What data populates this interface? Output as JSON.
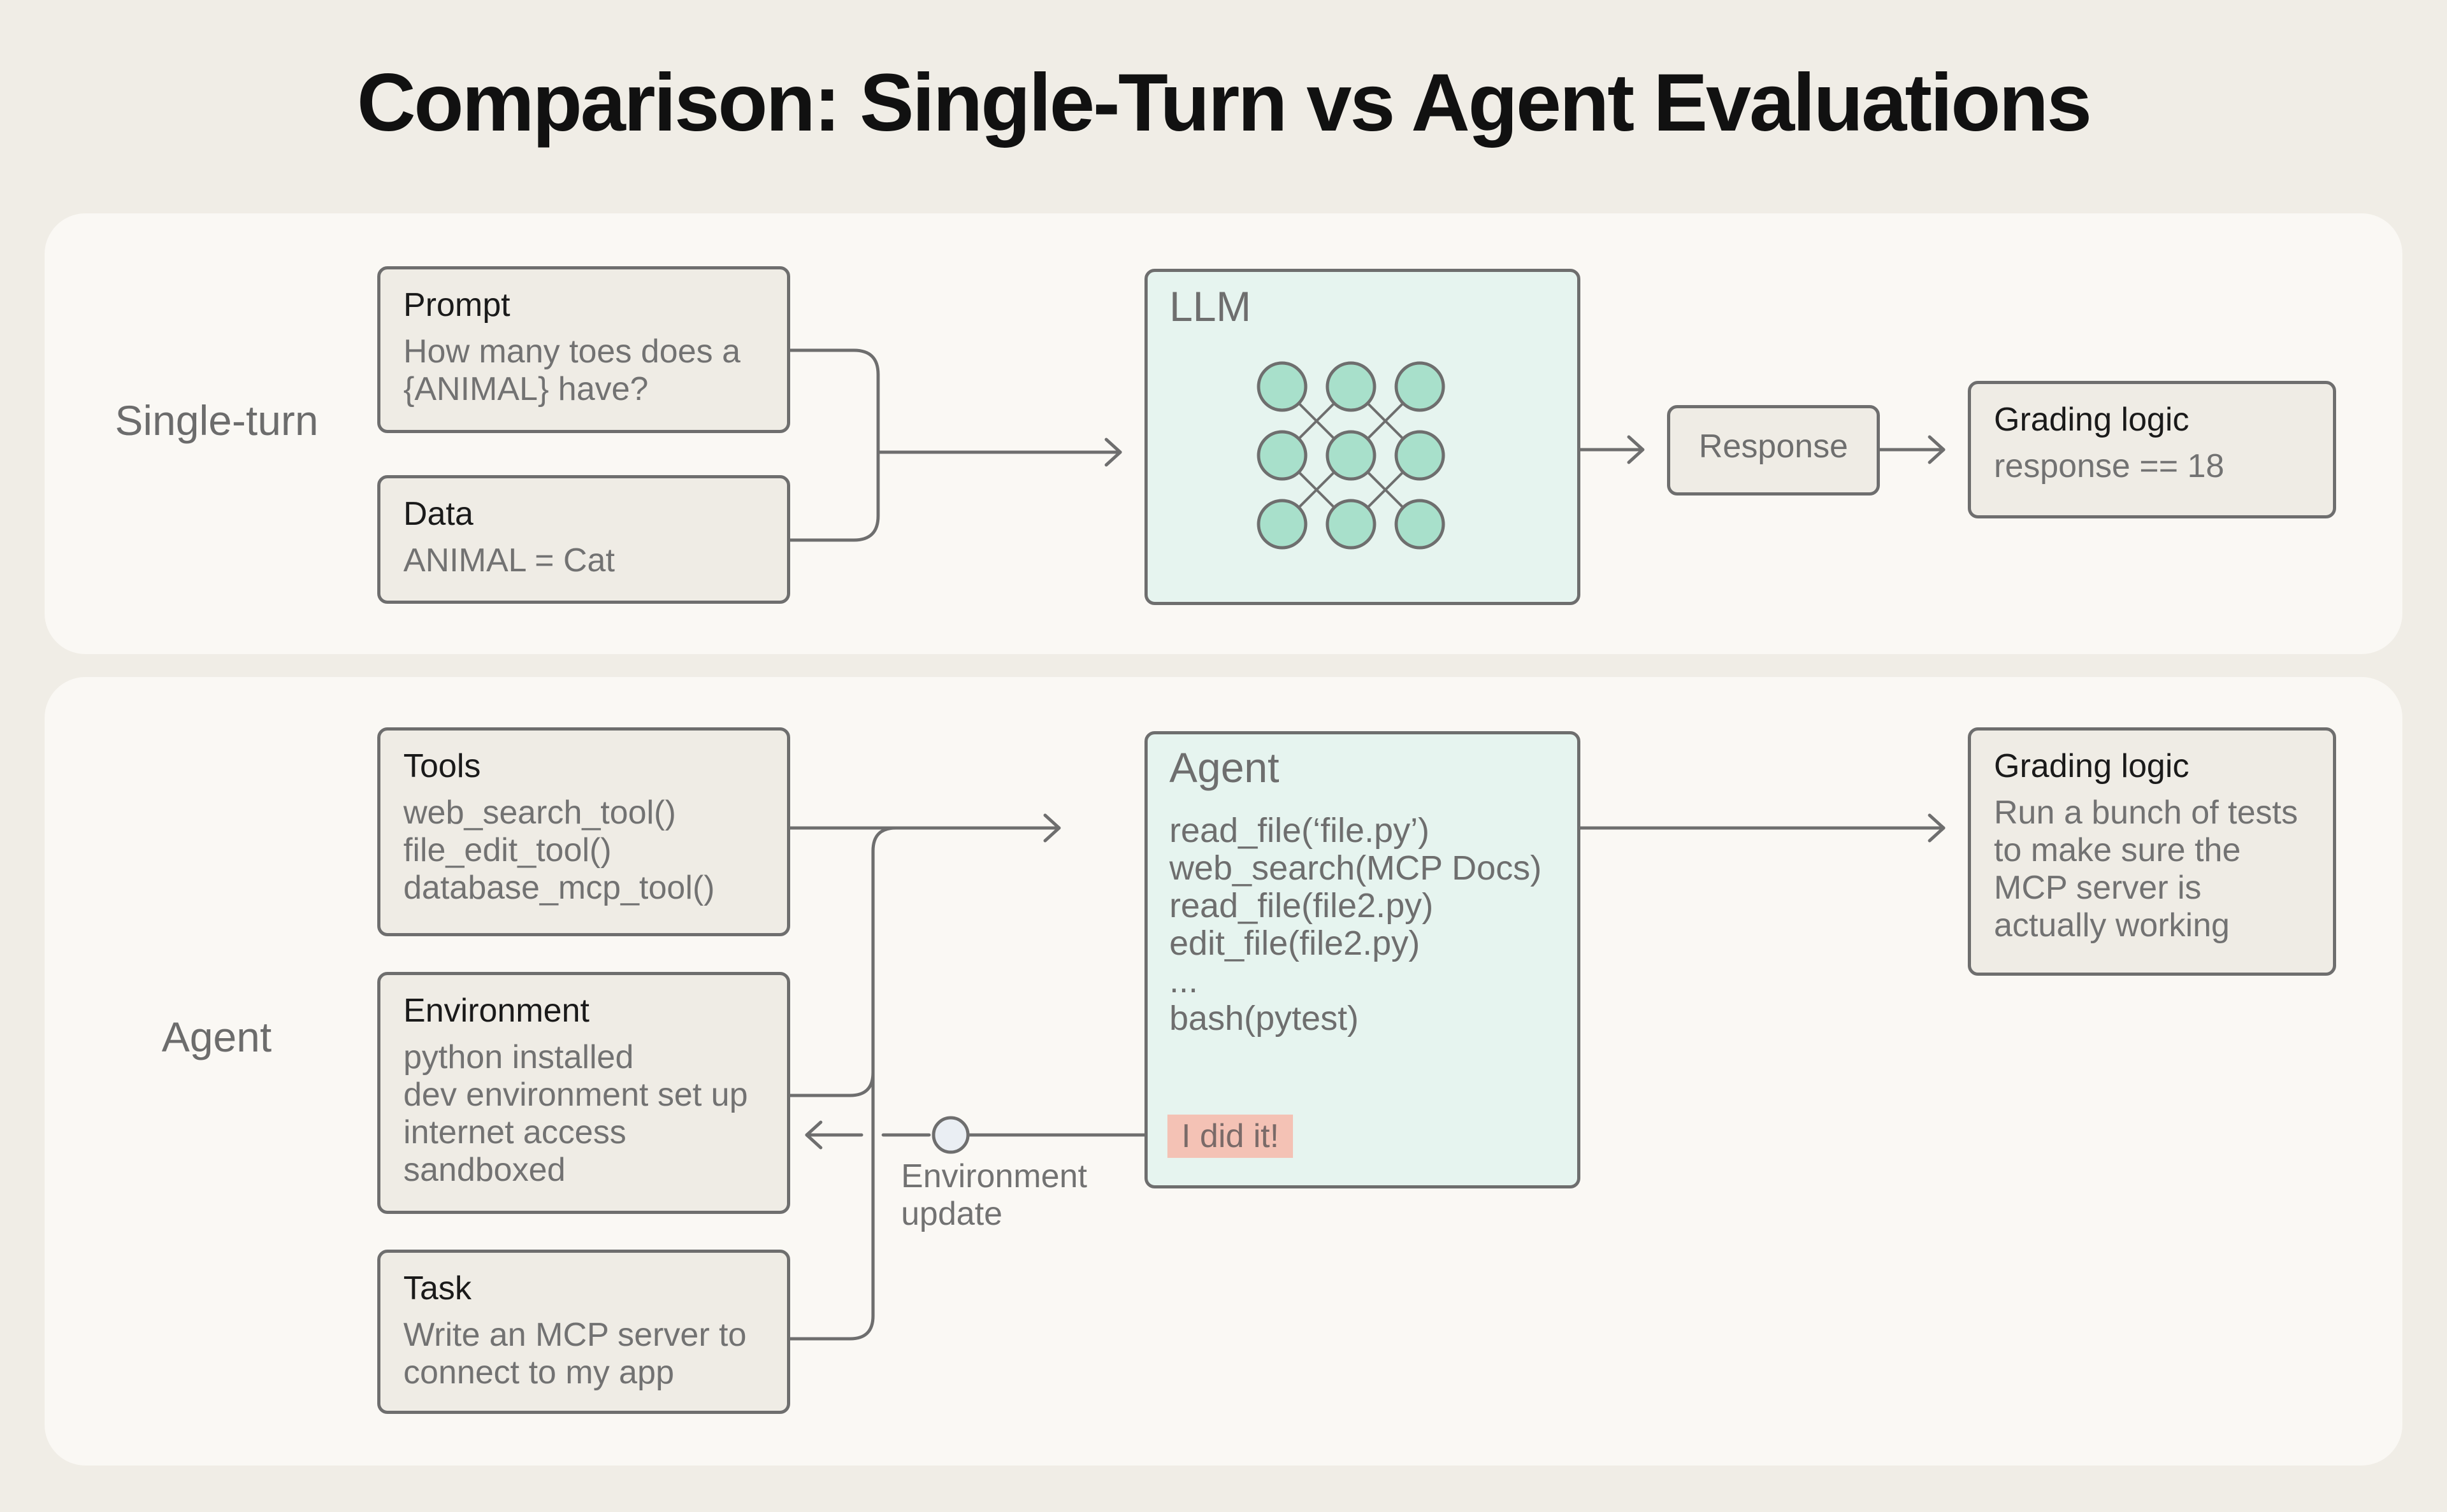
{
  "title": "Comparison: Single-Turn vs Agent Evaluations",
  "single": {
    "label": "Single-turn",
    "prompt": {
      "head": "Prompt",
      "body": "How many toes does a\n{ANIMAL} have?"
    },
    "data": {
      "head": "Data",
      "body": "ANIMAL = Cat"
    },
    "llm": {
      "head": "LLM"
    },
    "response": {
      "head": "Response"
    },
    "grading": {
      "head": "Grading logic",
      "body": "response == 18"
    }
  },
  "agent": {
    "label": "Agent",
    "tools": {
      "head": "Tools",
      "body": "web_search_tool()\nfile_edit_tool()\ndatabase_mcp_tool()"
    },
    "environment": {
      "head": "Environment",
      "body": "python installed\ndev environment set up\ninternet access\nsandboxed"
    },
    "task": {
      "head": "Task",
      "body": "Write an MCP server to\nconnect to my app"
    },
    "agent_box": {
      "head": "Agent",
      "body": "read_file(‘file.py’)\nweb_search(MCP Docs)\nread_file(file2.py)\nedit_file(file2.py)\n...\nbash(pytest)",
      "badge": "I did it!"
    },
    "env_update": "Environment\nupdate",
    "grading": {
      "head": "Grading logic",
      "body": "Run a bunch of tests\nto make sure the\nMCP server is\nactually working"
    }
  },
  "colors": {
    "background": "#f0ede6",
    "panel": "#faf8f4",
    "box_fill": "#efece5",
    "teal_fill": "#e6f4ef",
    "node_fill": "#a8e0cb",
    "badge_fill": "#f4c2b5",
    "stroke": "#6e6e6e"
  }
}
